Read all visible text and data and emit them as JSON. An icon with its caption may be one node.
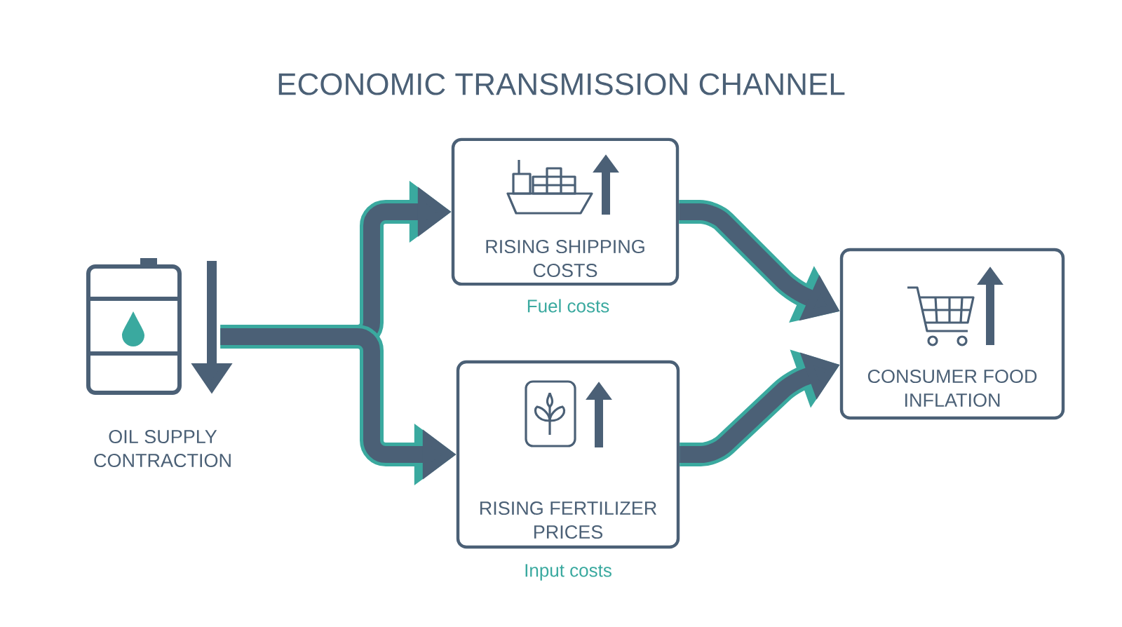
{
  "diagram": {
    "title": "ECONOMIC TRANSMISSION CHANNEL",
    "nodes": [
      {
        "text": [
          "OIL SUPPLY CONTRACTION"
        ]
      },
      {
        "text": [
          "RISING SHIPPING COSTS"
        ],
        "beside": [
          "Fuel costs"
        ]
      },
      {
        "text": [
          "RISING FERTILIZER PRICES"
        ],
        "beside": [
          "Input costs"
        ]
      },
      {
        "text": [
          "CONSUMER FOOD INFLATION"
        ]
      }
    ],
    "edges": [
      {
        "from": 0,
        "to": 1,
        "arrow": "to"
      },
      {
        "from": 0,
        "to": 2,
        "arrow": "to"
      },
      {
        "from": 1,
        "to": 3,
        "arrow": "to"
      },
      {
        "from": 2,
        "to": 3,
        "arrow": "to"
      }
    ]
  }
}
